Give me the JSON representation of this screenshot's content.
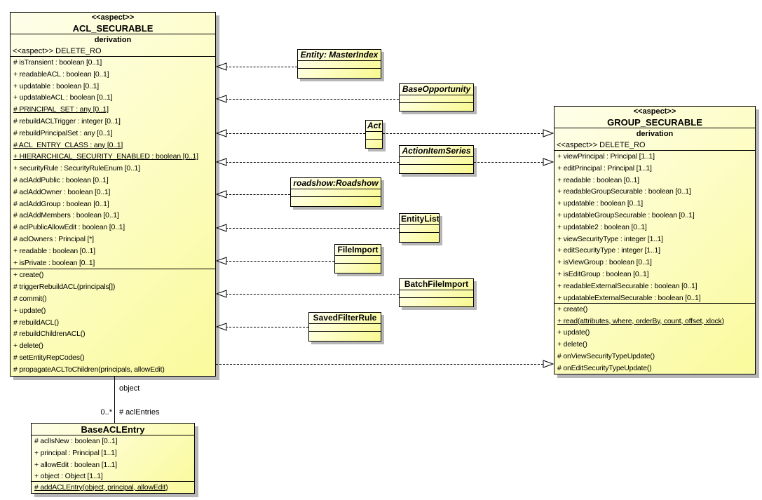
{
  "diagram_type": "uml-class-diagram",
  "colors": {
    "class_fill_light": "#fffff2",
    "class_fill_dark": "#f8f890",
    "border": "#000000",
    "shadow": "#b6b6b6",
    "background": "#ffffff"
  },
  "acl_securable": {
    "stereotype": "<<aspect>>",
    "name": "ACL_SECURABLE",
    "tagged_value": "derivation",
    "secondary_stereotype": "<<aspect>> DELETE_RO",
    "attributes": [
      {
        "text": "# isTransient : boolean [0..1]",
        "static": false
      },
      {
        "text": "+ readableACL : boolean [0..1]",
        "static": false
      },
      {
        "text": "+ updatable : boolean [0..1]",
        "static": false
      },
      {
        "text": "+ updatableACL : boolean [0..1]",
        "static": false
      },
      {
        "text": "# PRINCIPAL_SET : any [0..1]",
        "static": true
      },
      {
        "text": "# rebuildACLTrigger : integer [0..1]",
        "static": false
      },
      {
        "text": "# rebuildPrincipalSet : any [0..1]",
        "static": false
      },
      {
        "text": "# ACL_ENTRY_CLASS : any [0..1]",
        "static": true
      },
      {
        "text": "+ HIERARCHICAL_SECURITY_ENABLED : boolean [0..1]",
        "static": true
      },
      {
        "text": "+ securityRule : SecurityRuleEnum [0..1]",
        "static": false
      },
      {
        "text": "# aclAddPublic : boolean [0..1]",
        "static": false
      },
      {
        "text": "# aclAddOwner : boolean [0..1]",
        "static": false
      },
      {
        "text": "# aclAddGroup : boolean [0..1]",
        "static": false
      },
      {
        "text": "# aclAddMembers : boolean [0..1]",
        "static": false
      },
      {
        "text": "# aclPublicAllowEdit : boolean [0..1]",
        "static": false
      },
      {
        "text": "# aclOwners : Principal [*]",
        "static": false
      },
      {
        "text": "+ readable : boolean [0..1]",
        "static": false
      },
      {
        "text": "+ isPrivate : boolean [0..1]",
        "static": false
      }
    ],
    "operations": [
      {
        "text": "+ create()",
        "static": false
      },
      {
        "text": "# triggerRebuildACL(principals[])",
        "static": false
      },
      {
        "text": "# commit()",
        "static": false
      },
      {
        "text": "+ update()",
        "static": false
      },
      {
        "text": "# rebuildACL()",
        "static": false
      },
      {
        "text": "# rebuildChildrenACL()",
        "static": false
      },
      {
        "text": "+ delete()",
        "static": false
      },
      {
        "text": "# setEntityRepCodes()",
        "static": false
      },
      {
        "text": "# propagateACLToChildren(principals, allowEdit)",
        "static": false
      }
    ]
  },
  "group_securable": {
    "stereotype": "<<aspect>>",
    "name": "GROUP_SECURABLE",
    "tagged_value": "derivation",
    "secondary_stereotype": "<<aspect>> DELETE_RO",
    "attributes": [
      {
        "text": "+ viewPrincipal : Principal [1..1]",
        "static": false
      },
      {
        "text": "+ editPrincipal : Principal [1..1]",
        "static": false
      },
      {
        "text": "+ readable : boolean [0..1]",
        "static": false
      },
      {
        "text": "+ readableGroupSecurable : boolean [0..1]",
        "static": false
      },
      {
        "text": "+ updatable : boolean [0..1]",
        "static": false
      },
      {
        "text": "+ updatableGroupSecurable : boolean [0..1]",
        "static": false
      },
      {
        "text": "+ updatable2 : boolean [0..1]",
        "static": false
      },
      {
        "text": "+ viewSecurityType : integer [1..1]",
        "static": false
      },
      {
        "text": "+ editSecurityType : integer [1..1]",
        "static": false
      },
      {
        "text": "+ isViewGroup : boolean [0..1]",
        "static": false
      },
      {
        "text": "+ isEditGroup : boolean [0..1]",
        "static": false
      },
      {
        "text": "+ readableExternalSecurable : boolean [0..1]",
        "static": false
      },
      {
        "text": "+ updatableExternalSecurable : boolean [0..1]",
        "static": false
      }
    ],
    "operations": [
      {
        "text": "+ create()",
        "static": false
      },
      {
        "text": "+ read(attributes, where, orderBy, count, offset, xlock)",
        "static": true
      },
      {
        "text": "+ update()",
        "static": false
      },
      {
        "text": "+ delete()",
        "static": false
      },
      {
        "text": "# onViewSecurityTypeUpdate()",
        "static": false
      },
      {
        "text": "# onEditSecurityTypeUpdate()",
        "static": false
      }
    ]
  },
  "base_acl_entry": {
    "name": "BaseACLEntry",
    "attributes": [
      {
        "text": "# aclIsNew : boolean [0..1]",
        "static": false
      },
      {
        "text": "+ principal : Principal [1..1]",
        "static": false
      },
      {
        "text": "+ allowEdit : boolean [1..1]",
        "static": false
      },
      {
        "text": "+ object : Object [1..1]",
        "static": false
      }
    ],
    "operations": [
      {
        "text": "# addACLEntry(object, principal, allowEdit)",
        "static": true
      }
    ]
  },
  "satellites": [
    {
      "name": "Entity: MasterIndex",
      "italic": true
    },
    {
      "name": "BaseOpportunity",
      "italic": true
    },
    {
      "name": "Act",
      "italic": true
    },
    {
      "name": "ActionItemSeries",
      "italic": true
    },
    {
      "name": "roadshow:Roadshow",
      "italic": true
    },
    {
      "name": "EntityList",
      "italic": false
    },
    {
      "name": "FileImport",
      "italic": false
    },
    {
      "name": "BatchFileImport",
      "italic": false
    },
    {
      "name": "SavedFilterRule",
      "italic": false
    }
  ],
  "association": {
    "role_top": "object",
    "multiplicity": "0..*",
    "role_bottom": "# aclEntries"
  }
}
